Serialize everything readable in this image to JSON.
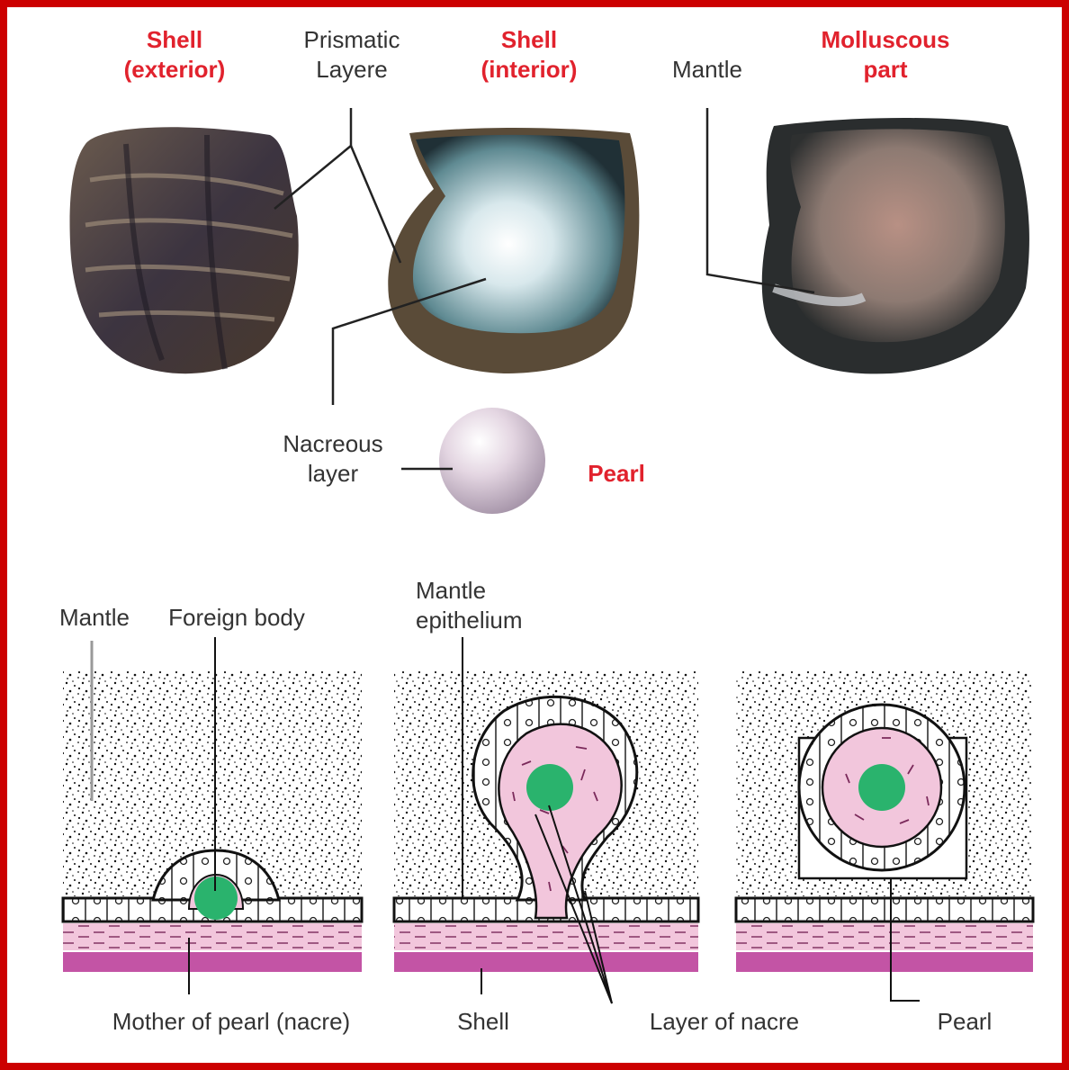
{
  "colors": {
    "frame": "#cc0000",
    "heading": "#e1222d",
    "label": "#333333",
    "nacre_pink": "#f2c6dc",
    "shell_magenta": "#c354a5",
    "foreign_body": "#2ab36d"
  },
  "top": {
    "shell_exterior": [
      "Shell",
      "(exterior)"
    ],
    "prismatic": [
      "Prismatic",
      "Layere"
    ],
    "shell_interior": [
      "Shell",
      "(interior)"
    ],
    "mantle": "Mantle",
    "molluscous": [
      "Molluscous",
      "part"
    ],
    "nacreous": [
      "Nacreous",
      "layer"
    ],
    "pearl": "Pearl"
  },
  "bottom": {
    "mantle": "Mantle",
    "foreign_body": "Foreign body",
    "mantle_epithelium": [
      "Mantle",
      "epithelium"
    ],
    "mother_of_pearl": "Mother of pearl (nacre)",
    "shell": "Shell",
    "layer_of_nacre": "Layer of nacre",
    "pearl": "Pearl"
  }
}
